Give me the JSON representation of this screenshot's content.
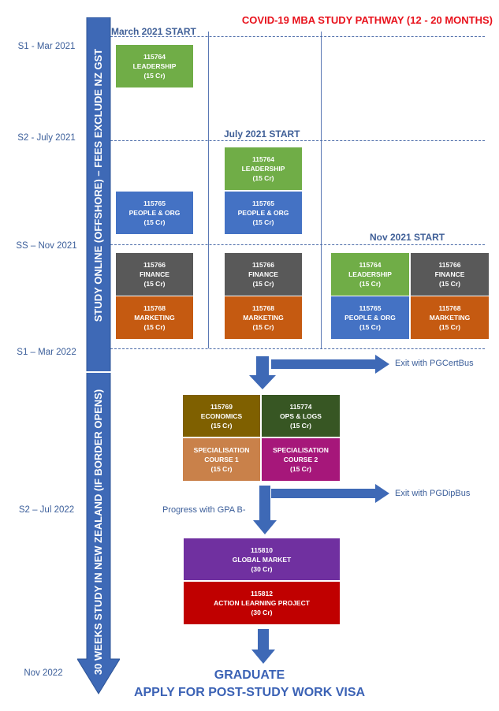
{
  "title": "COVID-19 MBA STUDY PATHWAY (12 - 20 MONTHS)",
  "semesters": [
    {
      "label": "S1 - Mar 2021"
    },
    {
      "label": "S2 - July 2021"
    },
    {
      "label": "SS – Nov 2021"
    },
    {
      "label": "S1 – Mar 2022"
    },
    {
      "label": "S2 – Jul 2022"
    },
    {
      "label": "Nov 2022"
    }
  ],
  "phases": {
    "online": "STUDY ONLINE (OFFSHORE) – FEES EXCLUDE NZ GST",
    "nz": "30 WEEKS STUDY IN NEW ZEALAND  (IF BORDER OPENS)"
  },
  "starts": {
    "march": "March 2021 START",
    "july": "July 2021 START",
    "nov": "Nov 2021 START"
  },
  "courses": {
    "leadership": {
      "code": "115764",
      "name": "LEADERSHIP",
      "credits": "(15 Cr)"
    },
    "people": {
      "code": "115765",
      "name": "PEOPLE & ORG",
      "credits": "(15 Cr)"
    },
    "finance": {
      "code": "115766",
      "name": "FINANCE",
      "credits": "(15 Cr)"
    },
    "marketing": {
      "code": "115768",
      "name": "MARKETING",
      "credits": "(15 Cr)"
    },
    "economics": {
      "code": "115769",
      "name": "ECONOMICS",
      "credits": "(15 Cr)"
    },
    "opslogs": {
      "code": "115774",
      "name": "OPS & LOGS",
      "credits": "(15 Cr)"
    },
    "spec1": {
      "line1": "SPECIALISATION",
      "line2": "COURSE 1",
      "credits": "(15 Cr)"
    },
    "spec2": {
      "line1": "SPECIALISATION",
      "line2": "COURSE 2",
      "credits": "(15 Cr)"
    },
    "global": {
      "code": "115810",
      "name": "GLOBAL MARKET",
      "credits": "(30 Cr)"
    },
    "action": {
      "code": "115812",
      "name": "ACTION LEARNING PROJECT",
      "credits": "(30 Cr)"
    }
  },
  "exits": {
    "pgcert": "Exit with PGCertBus",
    "pgdip": "Exit with PGDipBus"
  },
  "progress": "Progress with GPA B-",
  "graduate": {
    "line1": "GRADUATE",
    "line2": "APPLY FOR POST-STUDY WORK VISA"
  },
  "colors": {
    "leadership": "#70ad47",
    "people": "#4472c4",
    "finance": "#595959",
    "marketing": "#c55a11",
    "economics": "#7f6000",
    "opslogs": "#375623",
    "spec1": "#c9814a",
    "spec2": "#a6177a",
    "global": "#7030a0",
    "action": "#c00000",
    "arrow": "#4472c4"
  }
}
